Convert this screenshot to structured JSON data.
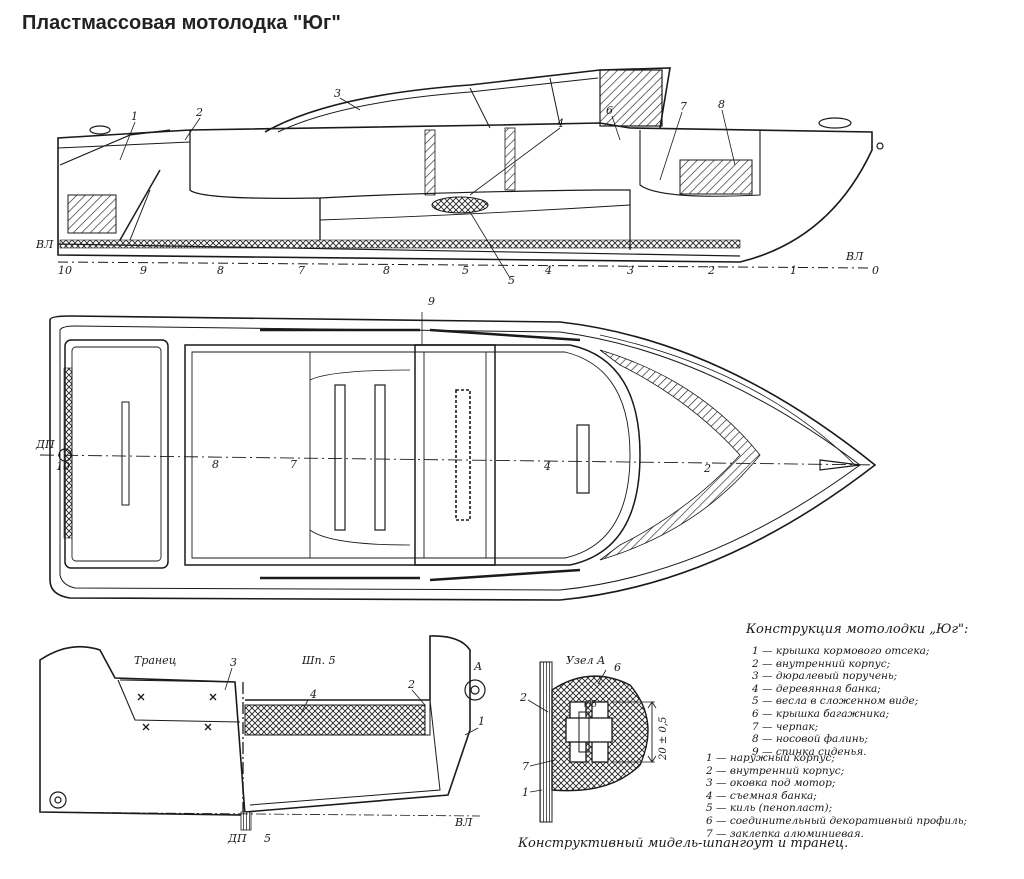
{
  "title": "Пластмассовая мотолодка \"Юг\"",
  "side_view": {
    "callouts": [
      "1",
      "2",
      "3",
      "4",
      "5",
      "6",
      "7",
      "8"
    ],
    "bottom_numbers": [
      "10",
      "9",
      "8",
      "7",
      "8",
      "5",
      "4",
      "3",
      "2",
      "1",
      "0"
    ],
    "waterline_left": "ВЛ",
    "waterline_right": "ВЛ"
  },
  "plan_view": {
    "centerline_label": "ДП",
    "callout_top": "9",
    "numbers": [
      "10",
      "8",
      "7",
      "4",
      "2"
    ]
  },
  "transom_view": {
    "label_transom": "Транец",
    "label_frame": "Шп. 5",
    "callouts": [
      "3",
      "4",
      "2",
      "1"
    ],
    "node_label": "А",
    "waterline": "ВЛ",
    "cl_bottom": "ДП",
    "cl_num": "5"
  },
  "node_view": {
    "label": "Узел А",
    "callouts": [
      "6",
      "2",
      "7",
      "1"
    ],
    "dim_top": "Ø5",
    "dim_vertical": "20 ± 0,5"
  },
  "legend_title": "Конструкция мотолодки „Юг\":",
  "legend_1": [
    "1 — крышка кормового отсека;",
    "2 — внутренний корпус;",
    "3 — дюралевый поручень;",
    "4 — деревянная банка;",
    "5 — весла в сложенном виде;",
    "6 — крышка багажника;",
    "7 — черпак;",
    "8 — носовой фалинь;",
    "9 — спинка сиденья."
  ],
  "legend_2": [
    "1 — наружный корпус;",
    "2 — внутренний корпус;",
    "3 — оковка под мотор;",
    "4 — съемная банка;",
    "5 — киль (пенопласт);",
    "6 — соединительный декоративный профиль;",
    "7 — заклепка алюминиевая."
  ],
  "caption_bottom": "Конструктивный мидель-шпангоут и транец."
}
